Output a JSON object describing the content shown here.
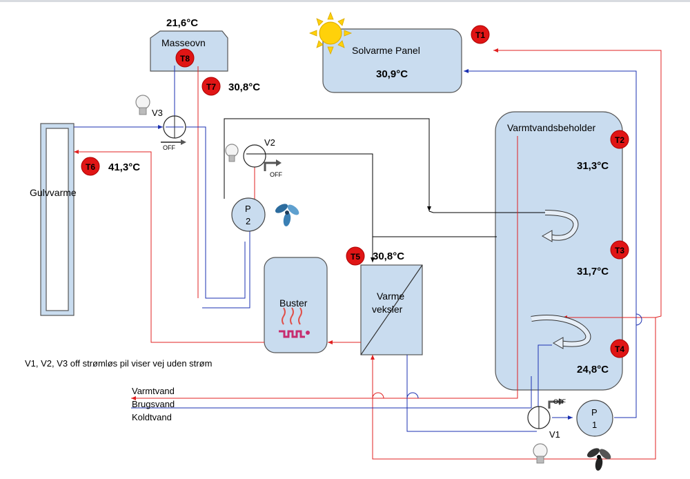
{
  "heating_diagram": {
    "ovn": {
      "name": "Masseovn",
      "temp": "21,6°C"
    },
    "solar": {
      "name": "Solvarme Panel",
      "temp": "30,9°C"
    },
    "tank": {
      "name": "Varmtvandsbeholder"
    },
    "floor": {
      "name": "Gulvvarme"
    },
    "booster": {
      "name": "Buster"
    },
    "exchanger": {
      "line1": "Varme",
      "line2": "veksler"
    },
    "sensors": [
      {
        "id": "T1"
      },
      {
        "id": "T2",
        "temp": "31,3°C"
      },
      {
        "id": "T3",
        "temp": "31,7°C"
      },
      {
        "id": "T4",
        "temp": "24,8°C"
      },
      {
        "id": "T5",
        "temp": "30,8°C"
      },
      {
        "id": "T6",
        "temp": "41,3°C"
      },
      {
        "id": "T7",
        "temp": "30,8°C"
      },
      {
        "id": "T8"
      }
    ],
    "valves": {
      "v1": "V1",
      "v2": "V2",
      "v3": "V3",
      "off": "OFF"
    },
    "pumps": {
      "p1_a": "P",
      "p1_b": "1",
      "p2_a": "P",
      "p2_b": "2"
    },
    "note": "V1, V2, V3 off strømløs pil viser vej uden strøm",
    "water_labels": {
      "hot": "Varmtvand",
      "service": "Brugsvand",
      "cold": "Koldtvand"
    },
    "colors": {
      "hot": "#e02020",
      "cold": "#1a2fb0",
      "tank_fill": "#c9dcef",
      "sensor": "#e01515"
    }
  }
}
